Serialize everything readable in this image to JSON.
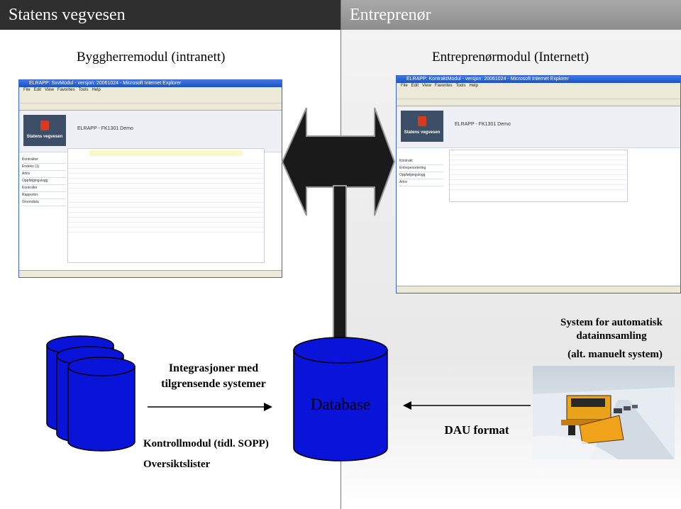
{
  "left": {
    "header": "Statens vegvesen",
    "module_title": "Byggherremodul (intranett)",
    "browser": {
      "title": "ELRAPP: SvvModul - versjon: 20061024 - Microsoft Internet Explorer",
      "app_name": "ELRAPP - FK1301 Demo",
      "logo_text": "Statens vegvesen",
      "sidebar": [
        "Kontrakter",
        "Endeks (1)",
        "Arkiv",
        "Oppfølgingslogg",
        "Kontroller",
        "Rapporter",
        "Grunndata"
      ]
    },
    "integration_label": "Integrasjoner med tilgrensende systemer",
    "kontroll_label": "Kontrollmodul (tidl. SOPP)",
    "oversikt_label": "Oversiktslister"
  },
  "right": {
    "header": "Entreprenør",
    "module_title": "Entreprenørmodul (Internett)",
    "browser": {
      "title": "ELRAPP: KontraktModul - versjon: 20061024 - Microsoft Internet Explorer",
      "app_name": "ELRAPP - FK1301 Demo",
      "logo_text": "Statens vegvesen",
      "sidebar": [
        "Kontrakt",
        "Entrepenortering",
        "Oppfølgingslogg",
        "Arkiv"
      ]
    },
    "auto_label": "System for automatisk datainnsamling",
    "alt_label": "(alt. manuelt system)",
    "dau_label": "DAU format"
  },
  "database": "Database",
  "colors": {
    "database_fill": "#0a14d8",
    "cylinder_fill": "#0a14d8",
    "browser_frame": "#3c66c9",
    "logo_red": "#d83a1d"
  }
}
